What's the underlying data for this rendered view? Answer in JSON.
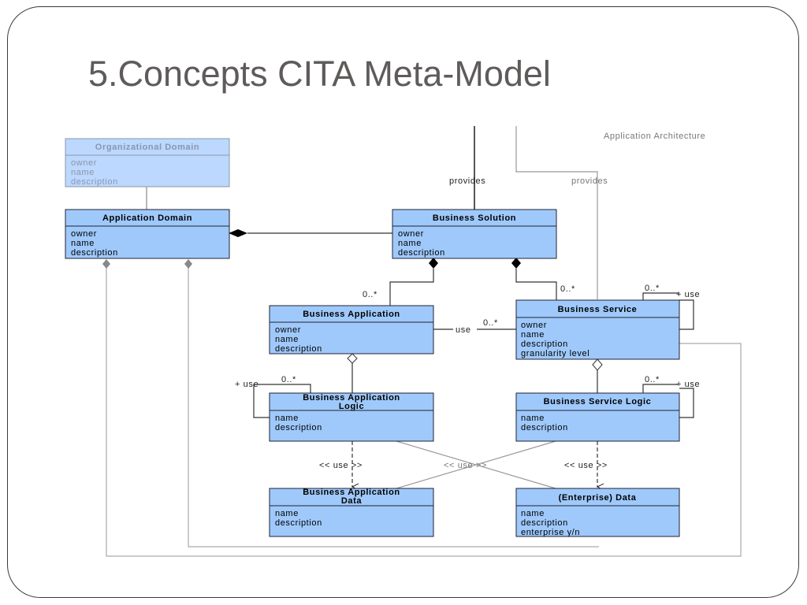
{
  "slide": {
    "title": "5.Concepts CITA Meta-Model"
  },
  "diagram": {
    "section_label": "Application Architecture",
    "classes": {
      "organizational_domain": {
        "title": "Organizational Domain",
        "attrs": [
          "owner",
          "name",
          "description"
        ]
      },
      "application_domain": {
        "title": "Application Domain",
        "attrs": [
          "owner",
          "name",
          "description"
        ]
      },
      "business_solution": {
        "title": "Business Solution",
        "attrs": [
          "owner",
          "name",
          "description"
        ]
      },
      "business_application": {
        "title": "Business Application",
        "attrs": [
          "owner",
          "name",
          "description"
        ]
      },
      "business_service": {
        "title": "Business Service",
        "attrs": [
          "owner",
          "name",
          "description",
          "granularity level"
        ]
      },
      "business_application_logic": {
        "title_line1": "Business Application",
        "title_line2": "Logic",
        "attrs": [
          "name",
          "description"
        ]
      },
      "business_service_logic": {
        "title": "Business Service Logic",
        "attrs": [
          "name",
          "description"
        ]
      },
      "business_application_data": {
        "title_line1": "Business Application",
        "title_line2": "Data",
        "attrs": [
          "name",
          "description"
        ]
      },
      "enterprise_data": {
        "title": "(Enterprise) Data",
        "attrs": [
          "name",
          "description",
          "enterprise y/n"
        ]
      }
    },
    "labels": {
      "provides_left": "provides",
      "provides_right": "provides",
      "mult_bsol_bapp": "0..*",
      "mult_bsol_bsvc": "0..*",
      "use_bapp_bsvc": "use",
      "mult_use_bapp_bsvc": "0..*",
      "mult_bsvc_self": "0..*",
      "use_bsvc_self": "+ use",
      "use_bal_self": "+ use",
      "mult_bal_self": "0..*",
      "mult_bsl_self": "0..*",
      "use_bsl_self": "+ use",
      "use_bal_bad": "<< use >>",
      "use_cross": "<< use >>",
      "use_bsl_ed": "<< use >>"
    }
  }
}
